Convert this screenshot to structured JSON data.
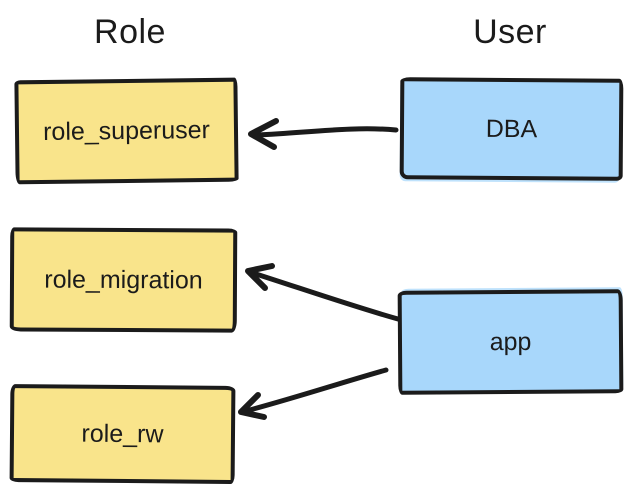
{
  "diagram": {
    "title_left": "Role",
    "title_right": "User",
    "nodes": {
      "role_superuser": {
        "label": "role_superuser",
        "type": "role"
      },
      "role_migration": {
        "label": "role_migration",
        "type": "role"
      },
      "role_rw": {
        "label": "role_rw",
        "type": "role"
      },
      "dba": {
        "label": "DBA",
        "type": "user"
      },
      "app": {
        "label": "app",
        "type": "user"
      }
    },
    "edges": [
      {
        "from": "DBA",
        "to": "role_superuser"
      },
      {
        "from": "app",
        "to": "role_migration"
      },
      {
        "from": "app",
        "to": "role_rw"
      }
    ],
    "colors": {
      "role_fill": "#f9e48b",
      "user_fill": "#a8d7fb",
      "stroke": "#1b1b1b",
      "background": "#ffffff"
    }
  }
}
